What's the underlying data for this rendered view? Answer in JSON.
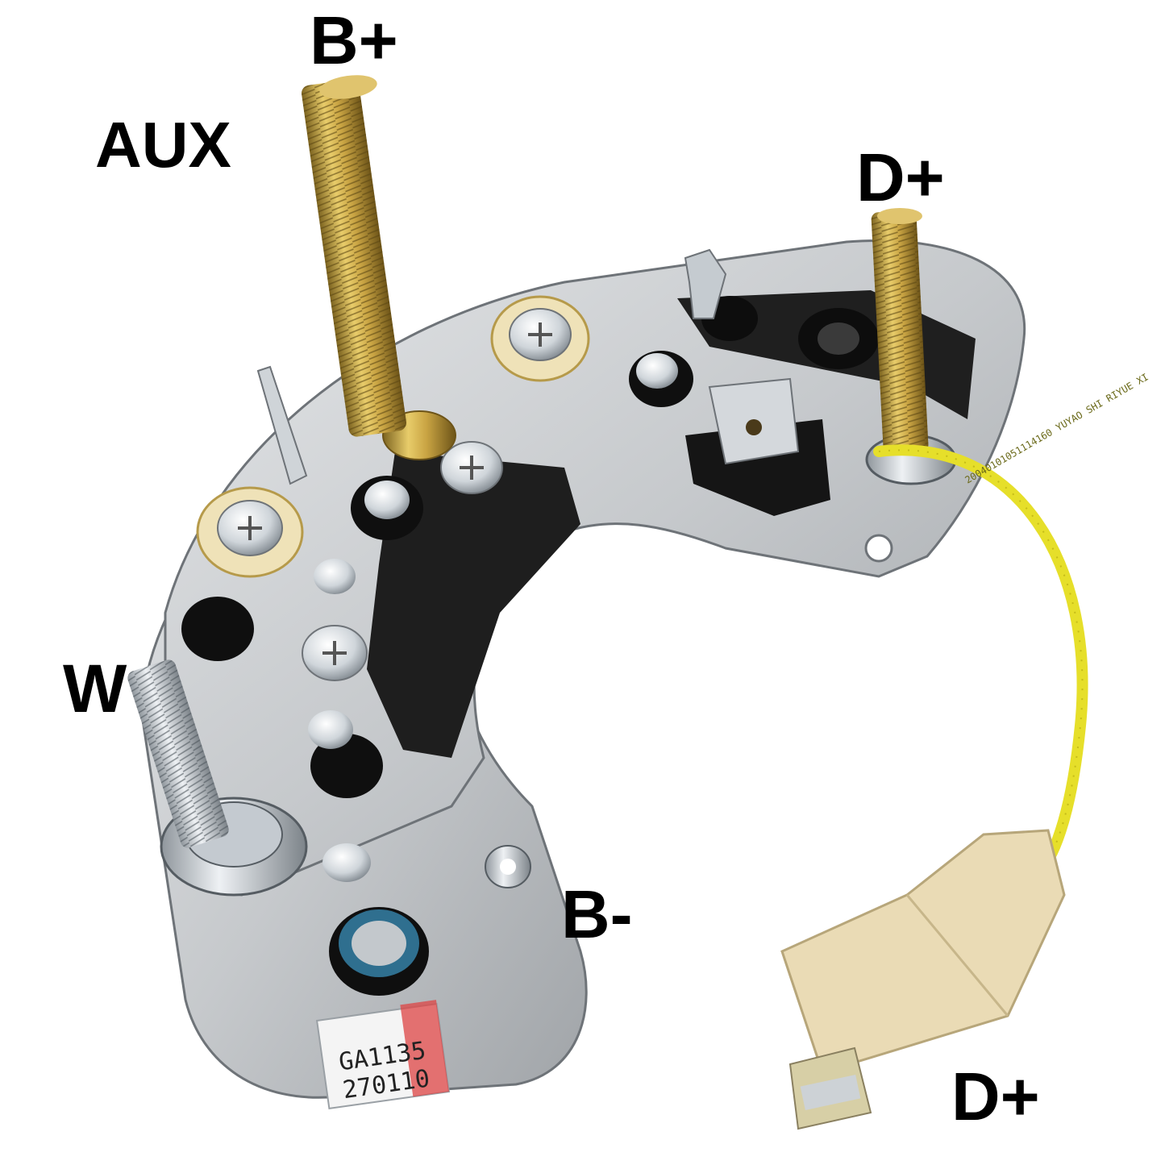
{
  "labels": {
    "b_plus": "B+",
    "d_plus_top": "D+",
    "aux": "AUX",
    "w": "W",
    "b_minus": "B-",
    "d_plus_connector": "D+"
  },
  "part_tag": {
    "code": "GA1135",
    "date": "270110"
  },
  "wire_print": "20040101051114160 YUYAO SHI RIYUE XI",
  "colors": {
    "background": "#ffffff",
    "aluminum": "#c9cccf",
    "brass": "#c8a447",
    "zinc": "#d7dde3",
    "black_insulator": "#1e1e1e",
    "yellow_wire": "#e6df2a",
    "connector_beige": "#eadbb5",
    "label_text": "#000000"
  }
}
